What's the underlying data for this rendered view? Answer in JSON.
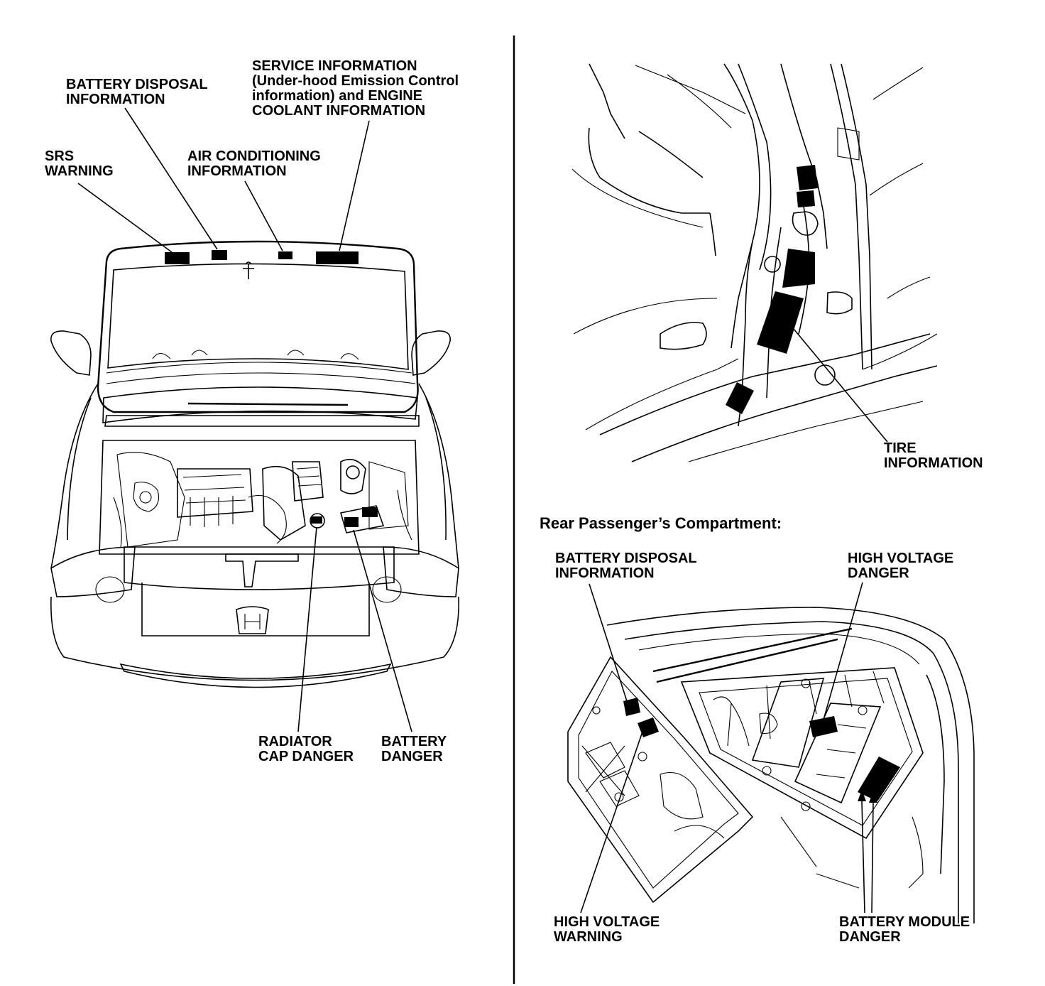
{
  "front_view": {
    "labels": {
      "srs_warning": [
        "SRS",
        "WARNING"
      ],
      "battery_disposal": [
        "BATTERY DISPOSAL",
        "INFORMATION"
      ],
      "air_conditioning": [
        "AIR CONDITIONING",
        "INFORMATION"
      ],
      "service_information": [
        "SERVICE INFORMATION",
        "(Under-hood Emission Control",
        "information) and ENGINE",
        "COOLANT INFORMATION"
      ],
      "radiator_cap_danger": [
        "RADIATOR",
        "CAP DANGER"
      ],
      "battery_danger": [
        "BATTERY",
        "DANGER"
      ]
    }
  },
  "door_view": {
    "labels": {
      "tire_information": [
        "TIRE",
        "INFORMATION"
      ]
    }
  },
  "rear_compartment": {
    "heading": "Rear Passenger’s Compartment:",
    "labels": {
      "battery_disposal": [
        "BATTERY DISPOSAL",
        "INFORMATION"
      ],
      "high_voltage_danger": [
        "HIGH VOLTAGE",
        "DANGER"
      ],
      "high_voltage_warning": [
        "HIGH VOLTAGE",
        "WARNING"
      ],
      "battery_module_danger": [
        "BATTERY MODULE",
        "DANGER"
      ]
    }
  }
}
